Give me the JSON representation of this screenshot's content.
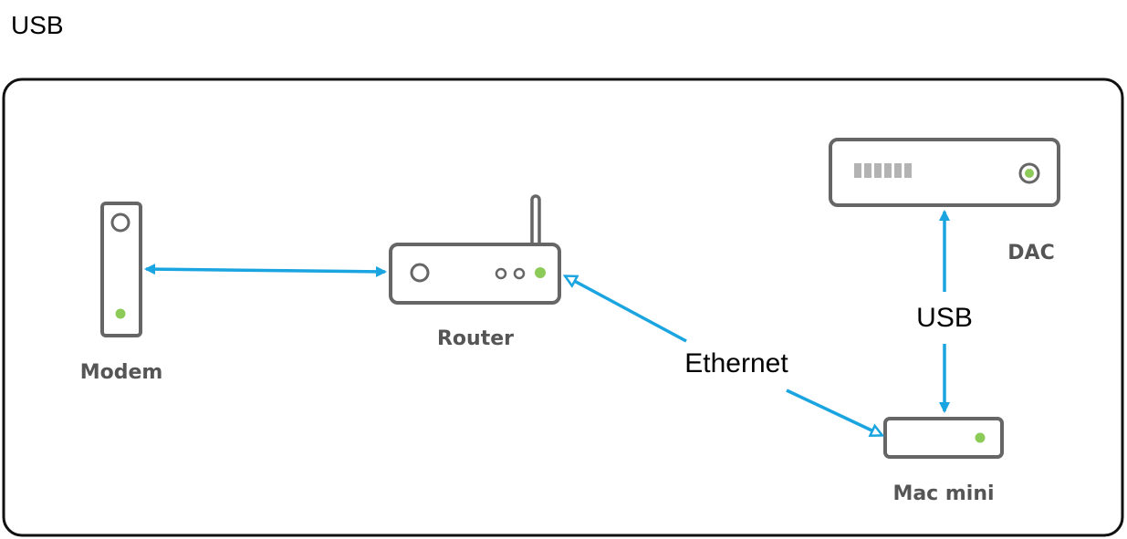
{
  "page": {
    "title": "USB"
  },
  "devices": {
    "modem": {
      "label": "Modem"
    },
    "router": {
      "label": "Router"
    },
    "dac": {
      "label": "DAC"
    },
    "mac_mini": {
      "label": "Mac mini"
    }
  },
  "connections": {
    "ethernet": {
      "label": "Ethernet"
    },
    "usb": {
      "label": "USB"
    }
  },
  "colors": {
    "device_stroke": "#666666",
    "link": "#1aa4e0",
    "status_led": "#8ccb57",
    "label": "#555555"
  }
}
